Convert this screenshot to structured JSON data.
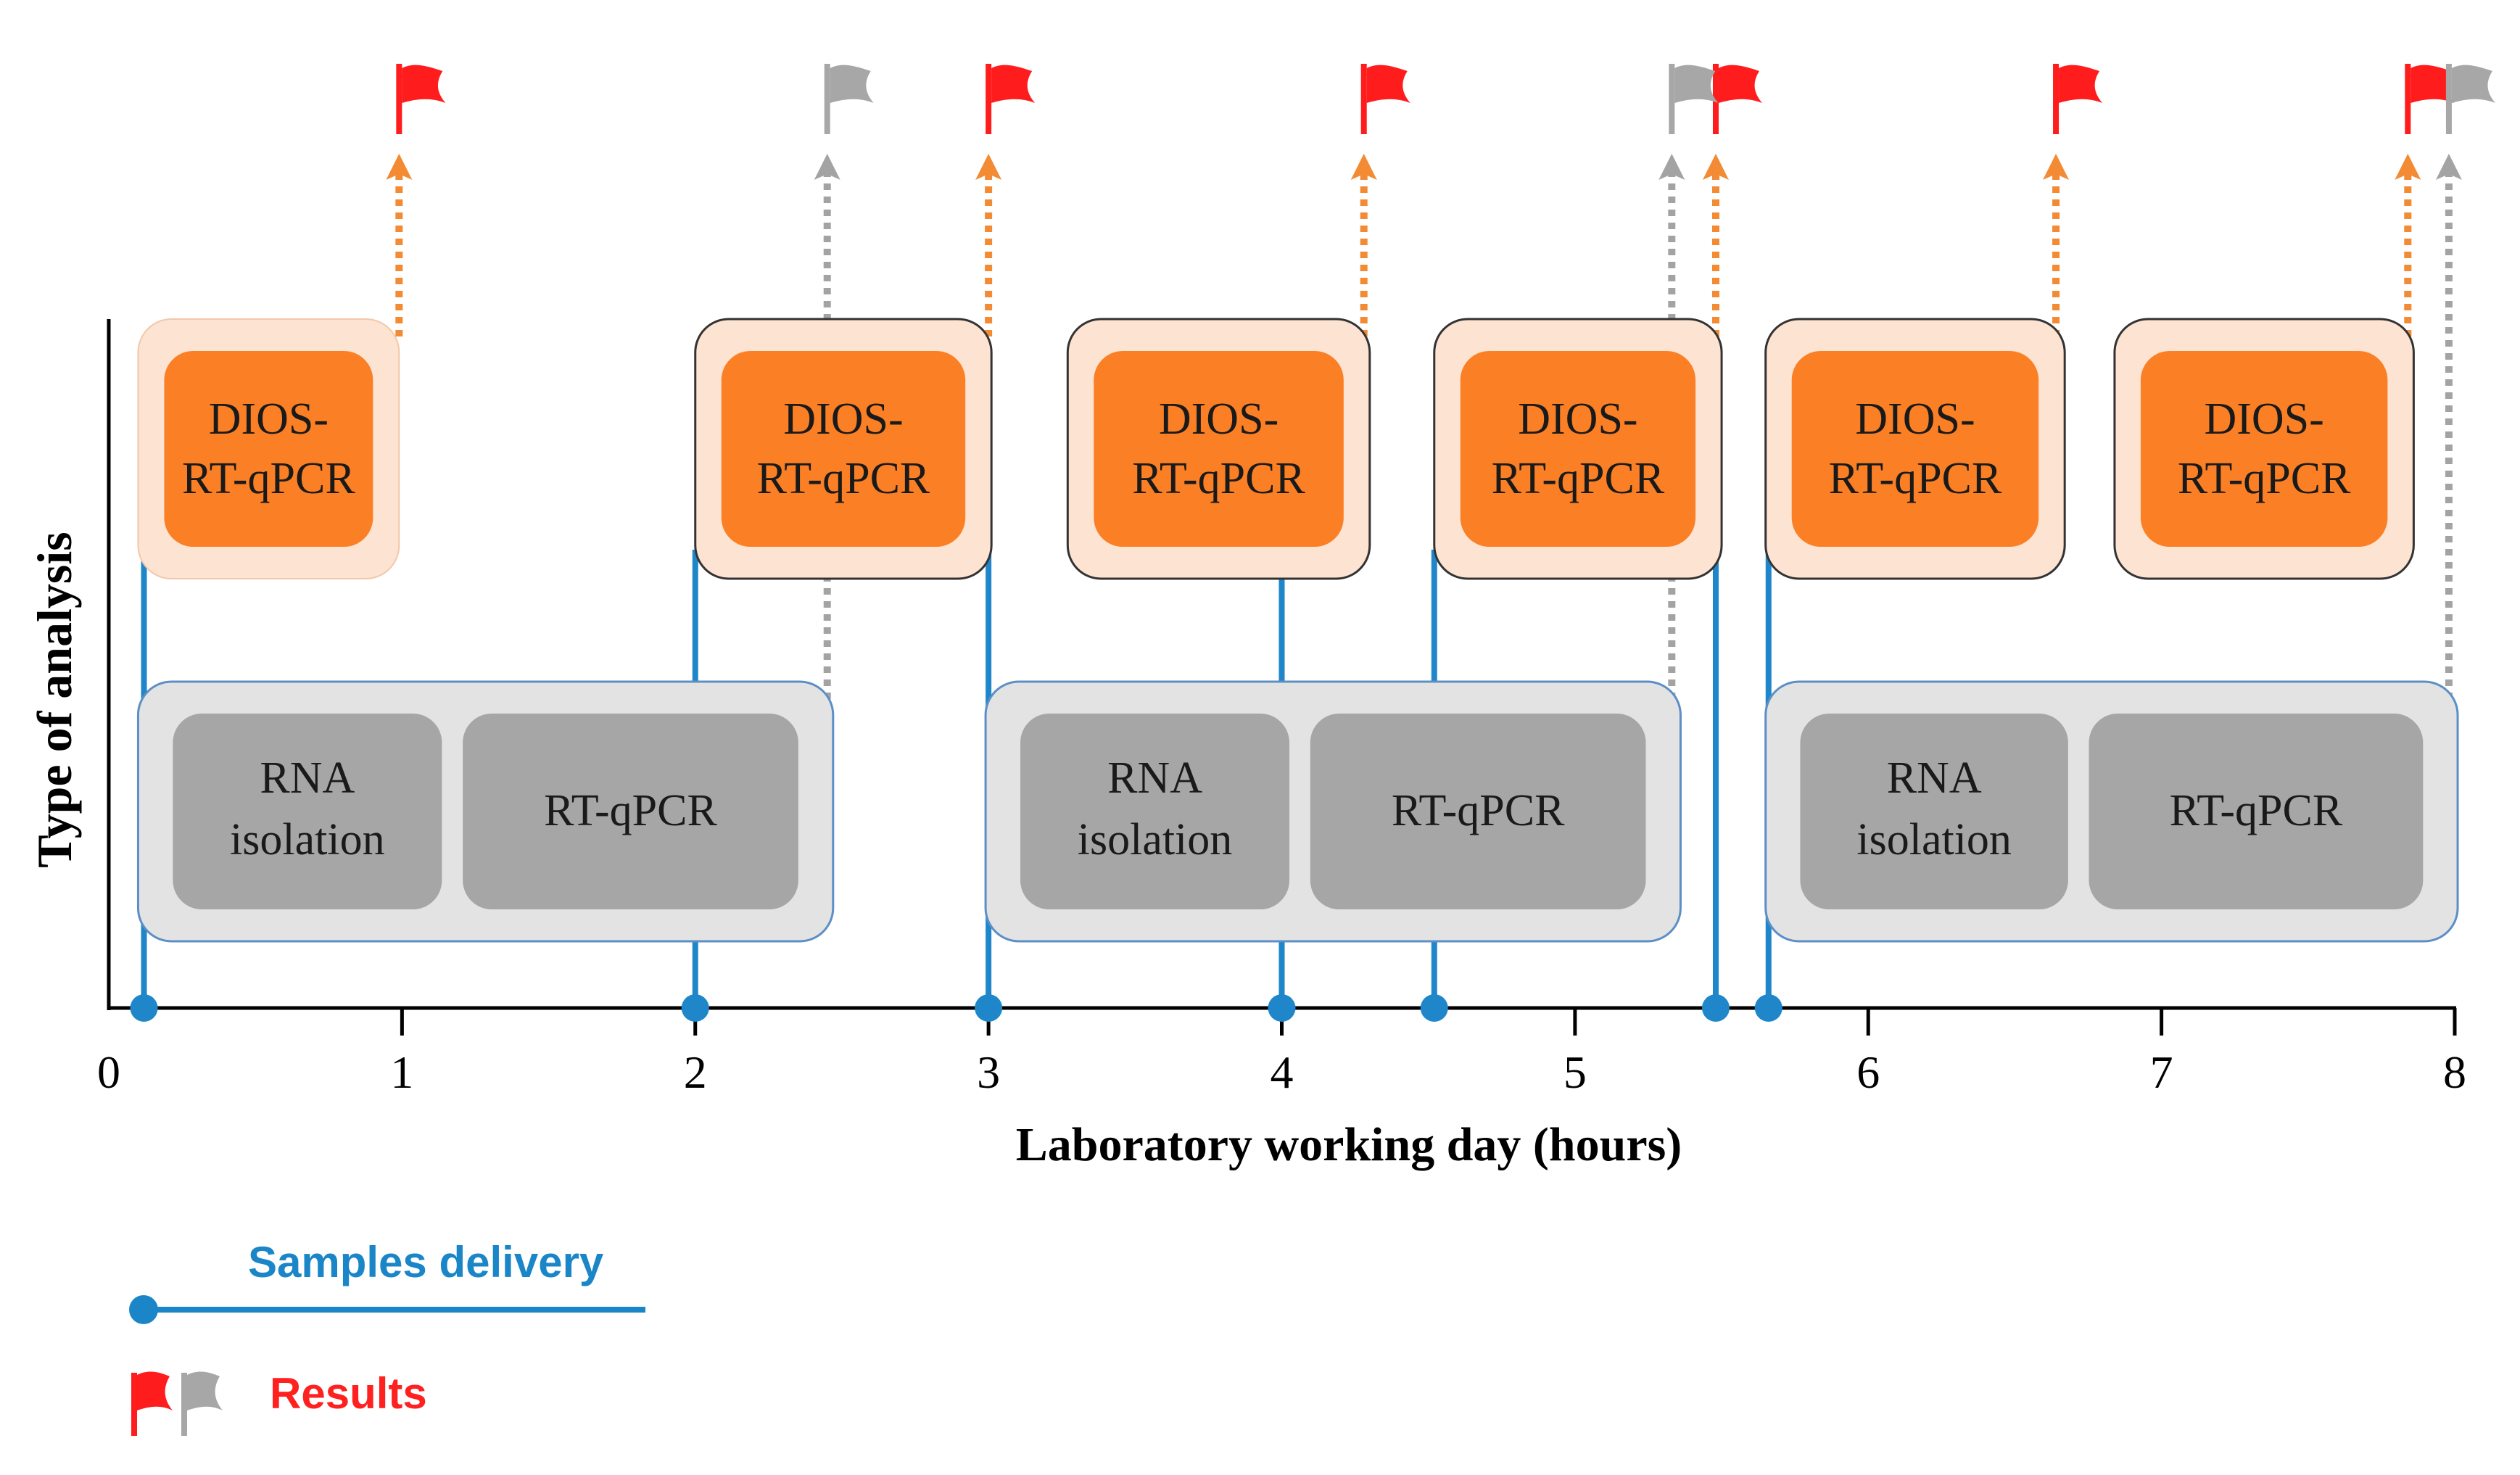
{
  "axes": {
    "x_label": "Laboratory working day (hours)",
    "y_label": "Type of analysis",
    "x_ticks": [
      "0",
      "1",
      "2",
      "3",
      "4",
      "5",
      "6",
      "7",
      "8"
    ],
    "x_range": [
      0,
      8
    ]
  },
  "dios_boxes": [
    {
      "start": 0.1,
      "end": 0.99,
      "line1": "DIOS-",
      "line2": "RT-qPCR",
      "result_time": 0.99,
      "outline": false
    },
    {
      "start": 2.0,
      "end": 3.01,
      "line1": "DIOS-",
      "line2": "RT-qPCR",
      "result_time": 3.0,
      "outline": true
    },
    {
      "start": 3.27,
      "end": 4.3,
      "line1": "DIOS-",
      "line2": "RT-qPCR",
      "result_time": 4.28,
      "outline": true
    },
    {
      "start": 4.52,
      "end": 5.5,
      "line1": "DIOS-",
      "line2": "RT-qPCR",
      "result_time": 5.48,
      "outline": true
    },
    {
      "start": 5.65,
      "end": 6.67,
      "line1": "DIOS-",
      "line2": "RT-qPCR",
      "result_time": 6.64,
      "outline": true
    },
    {
      "start": 6.84,
      "end": 7.86,
      "line1": "DIOS-",
      "line2": "RT-qPCR",
      "result_time": 7.84,
      "outline": true
    }
  ],
  "rna_boxes": [
    {
      "start": 0.1,
      "end": 2.47,
      "isolation_line1": "RNA",
      "isolation_line2": "isolation",
      "pcr_label": "RT-qPCR",
      "result_time": 2.45
    },
    {
      "start": 2.99,
      "end": 5.36,
      "isolation_line1": "RNA",
      "isolation_line2": "isolation",
      "pcr_label": "RT-qPCR",
      "result_time": 5.33
    },
    {
      "start": 5.65,
      "end": 8.01,
      "isolation_line1": "RNA",
      "isolation_line2": "isolation",
      "pcr_label": "RT-qPCR",
      "result_time": 7.98
    }
  ],
  "deliveries": [
    {
      "time": 0.12,
      "target": "dios"
    },
    {
      "time": 2.0,
      "target": "dios"
    },
    {
      "time": 3.0,
      "target": "dios"
    },
    {
      "time": 4.0,
      "target": "dios"
    },
    {
      "time": 4.52,
      "target": "dios"
    },
    {
      "time": 5.48,
      "target": "dios"
    },
    {
      "time": 5.66,
      "target": "dios"
    }
  ],
  "legend": {
    "delivery_label": "Samples delivery",
    "results_label": "Results"
  },
  "colors": {
    "delivery_blue": "#1f87c9",
    "legend_blue": "#1a86c8",
    "dios_outer": "#fde3d2",
    "dios_inner": "#fb7f25",
    "rna_outer": "#e3e3e3",
    "rna_outer_border": "#5b8fc6",
    "rna_inner": "#a6a6a6",
    "arrow_orange": "#f38a34",
    "arrow_grey": "#a3a3a3",
    "flag_red": "#ff1c1c",
    "flag_grey": "#a7a7a7",
    "results_red": "#ff2020",
    "axis_black": "#000000"
  }
}
